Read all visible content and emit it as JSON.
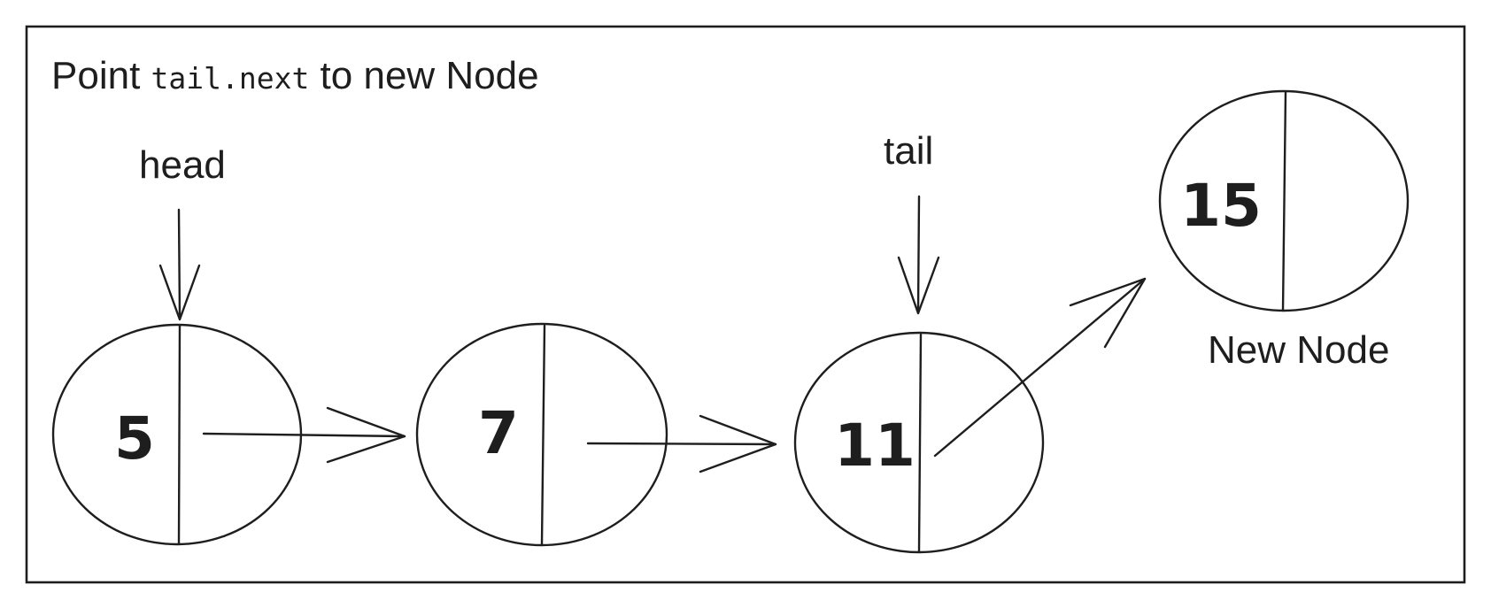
{
  "caption": {
    "before": "Point ",
    "code": "tail.next",
    "after": " to new Node"
  },
  "pointers": {
    "head": "head",
    "tail": "tail"
  },
  "nodes": [
    {
      "value": "5"
    },
    {
      "value": "7"
    },
    {
      "value": "11"
    },
    {
      "value": "15"
    }
  ],
  "new_node_label": "New Node"
}
